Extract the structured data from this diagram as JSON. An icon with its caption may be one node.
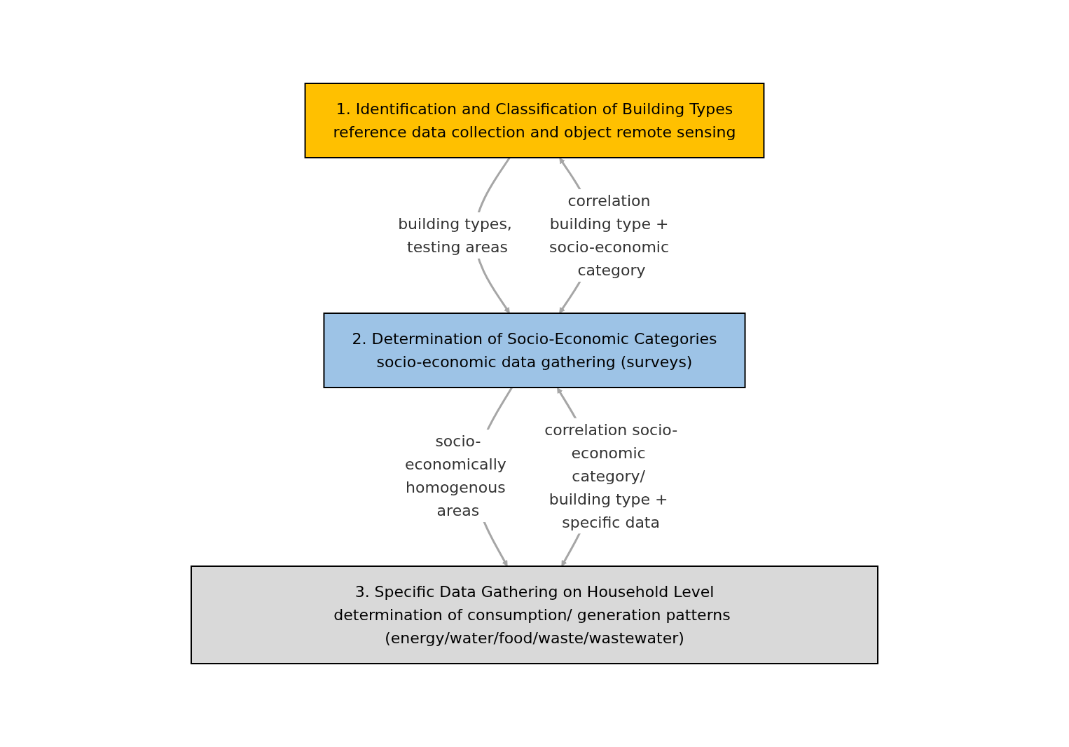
{
  "diagram": {
    "nodes": [
      {
        "text": [
          "1. Identification and Classification of Building Types",
          "reference data collection and object remote sensing"
        ]
      },
      {
        "text": [
          "2. Determination of Socio-Economic Categories",
          "socio-economic data gathering (surveys)"
        ]
      },
      {
        "text": [
          "3. Specific Data Gathering on Household Level",
          "determination of consumption/ generation patterns (energy/water/food/waste/wastewater)"
        ]
      }
    ],
    "edges": [
      {
        "from": 0,
        "to": 1,
        "arrow": "to",
        "label": "building types, testing areas"
      },
      {
        "from": 0,
        "to": 1,
        "arrow": "both",
        "label": "correlation building type + socio-economic category"
      },
      {
        "from": 1,
        "to": 2,
        "arrow": "to",
        "label": "socio-economically homogenous areas"
      },
      {
        "from": 1,
        "to": 2,
        "arrow": "both",
        "label": "correlation socio-economic category/ building type + specific data"
      }
    ]
  }
}
